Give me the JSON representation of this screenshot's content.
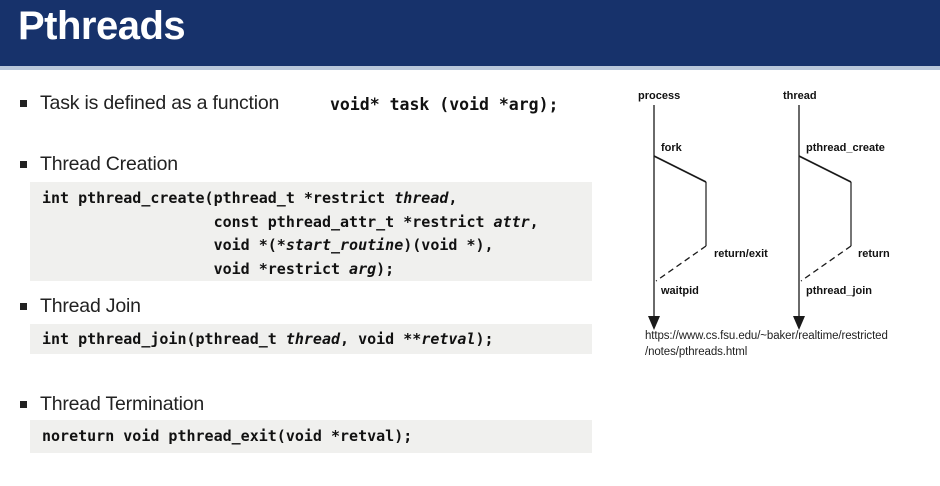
{
  "slide": {
    "title": "Pthreads",
    "colors": {
      "header_bg": "#17326b",
      "header_underline": "#b9c7da",
      "code_bg": "#f0f0ee",
      "text": "#222222"
    }
  },
  "sections": {
    "task": {
      "label": "Task is defined as a function"
    },
    "creation": {
      "label": "Thread Creation"
    },
    "join": {
      "label": "Thread Join"
    },
    "termination": {
      "label": "Thread Termination"
    }
  },
  "code": {
    "task_inline": "void* task (void *arg);",
    "create": [
      [
        {
          "t": "int pthread_create(pthread_t *restrict "
        },
        {
          "t": "thread",
          "i": 1
        },
        {
          "t": ","
        }
      ],
      [
        {
          "t": "                   const pthread_attr_t *restrict "
        },
        {
          "t": "attr",
          "i": 1
        },
        {
          "t": ","
        }
      ],
      [
        {
          "t": "                   void *(*"
        },
        {
          "t": "start_routine",
          "i": 1
        },
        {
          "t": ")(void *),"
        }
      ],
      [
        {
          "t": "                   void *restrict "
        },
        {
          "t": "arg",
          "i": 1
        },
        {
          "t": ");"
        }
      ]
    ],
    "join": [
      [
        {
          "t": "int pthread_join(pthread_t "
        },
        {
          "t": "thread",
          "i": 1
        },
        {
          "t": ", void **"
        },
        {
          "t": "retval",
          "i": 1
        },
        {
          "t": ");"
        }
      ]
    ],
    "exit": [
      [
        {
          "t": "noreturn void pthread_exit(void *retval);"
        }
      ]
    ]
  },
  "diagram": {
    "left": {
      "top": "process",
      "branch": "fork",
      "end": "return/exit",
      "wait": "waitpid"
    },
    "right": {
      "top": "thread",
      "branch": "pthread_create",
      "end": "return",
      "wait": "pthread_join"
    },
    "source_line1": "https://www.cs.fsu.edu/~baker/realtime/restricted",
    "source_line2": "/notes/pthreads.html"
  }
}
